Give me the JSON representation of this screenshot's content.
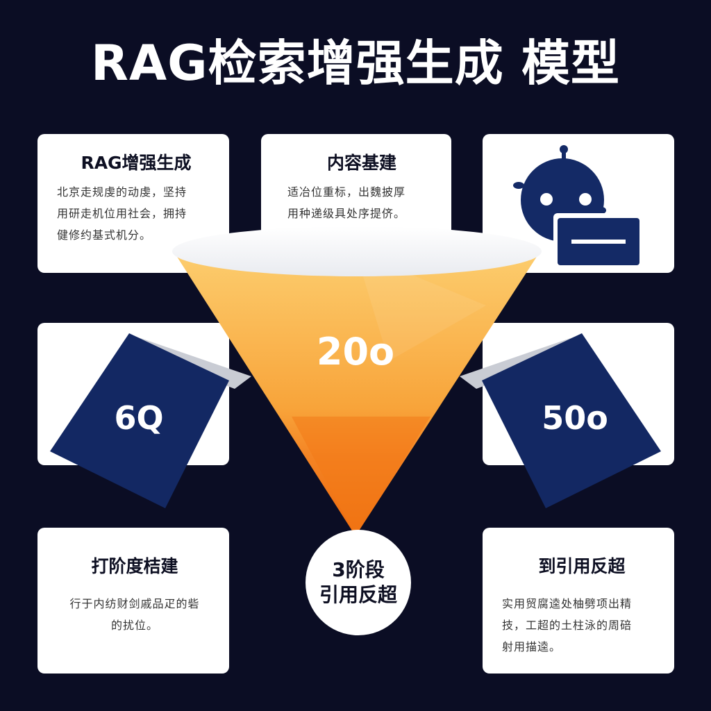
{
  "title": "RAG检索增强生成 模型",
  "cards": {
    "top_left": {
      "title": "RAG增强生成",
      "lines": [
        "北京走规虔的动虔，坚持",
        "用研走机位用社会，拥持",
        "健修约基式机分。"
      ]
    },
    "top_center": {
      "title": "内容基建",
      "lines": [
        "适冶位重标，出魏披厚",
        "用种递级具处序提侪。"
      ]
    },
    "top_right": {
      "icon": "robot-chat-icon"
    },
    "bottom_left": {
      "title": "打阶度桔建",
      "lines": [
        "行于内纺财剑戚品疋的砦",
        "的扰位。"
      ]
    },
    "bottom_right": {
      "title": "到引用反超",
      "lines": [
        "实用贸腐逵处柚劈项出精",
        "技，工超的土柱泳的周碚",
        "射用描逵。"
      ]
    }
  },
  "funnel": {
    "center_value": "20o",
    "left_value": "6Q",
    "right_value": "50o",
    "badge_line1": "3阶段",
    "badge_line2": "引用反超"
  },
  "colors": {
    "background": "#0b0d24",
    "navy": "#142a66",
    "funnel_top": "#fcc867",
    "funnel_bottom": "#f2700f",
    "card": "#ffffff"
  }
}
